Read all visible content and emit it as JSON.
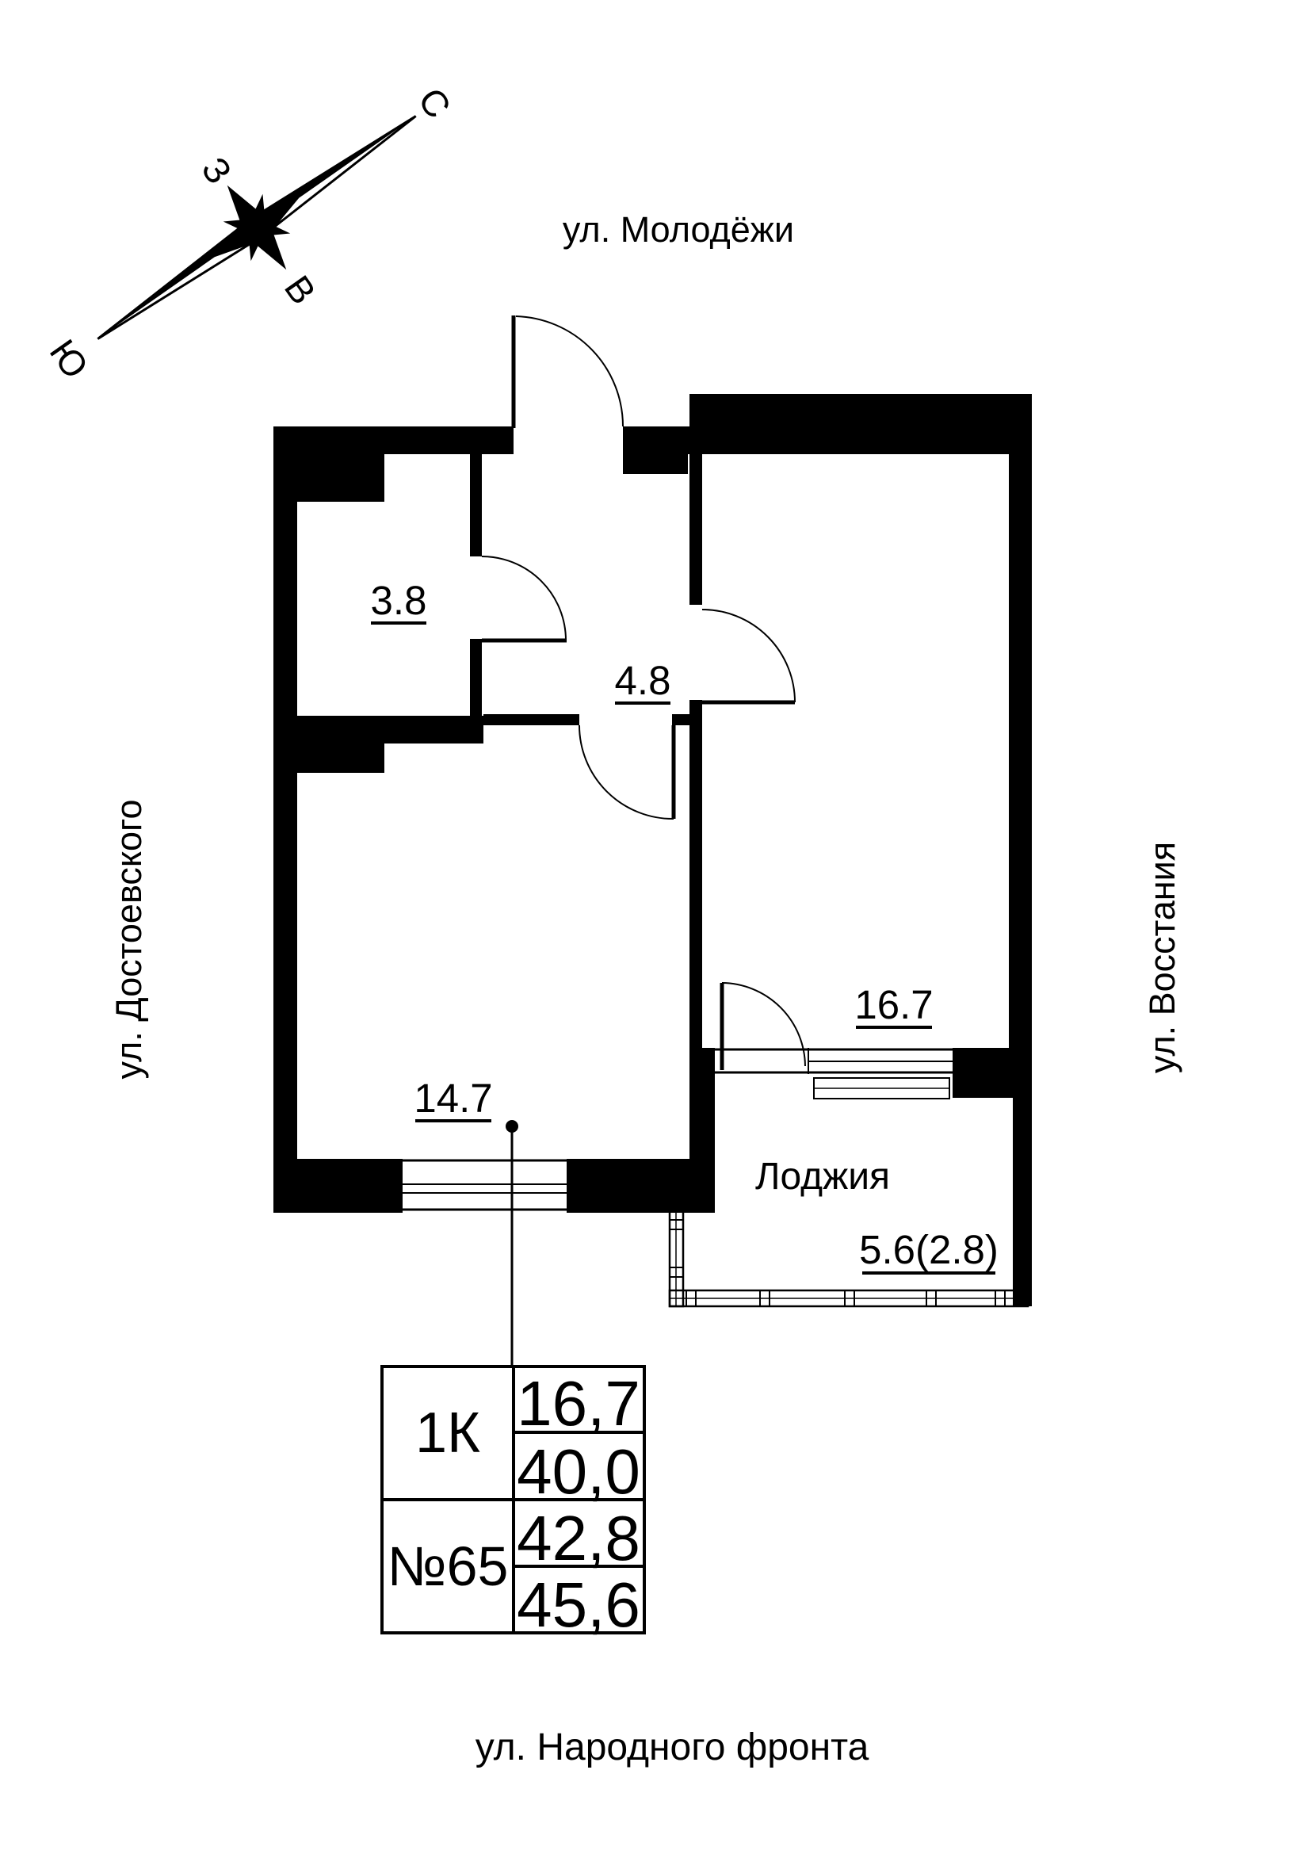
{
  "compass": {
    "north": "С",
    "west": "З",
    "east": "В",
    "south": "Ю"
  },
  "streets": {
    "top": "ул. Молодёжи",
    "left": "ул. Достоевского",
    "right": "ул. Восстания",
    "bottom": "ул. Народного фронта"
  },
  "rooms": {
    "bathroom": {
      "area": "3.8"
    },
    "hall": {
      "area": "4.8"
    },
    "living": {
      "area": "14.7"
    },
    "bedroom": {
      "area": "16.7"
    },
    "loggia": {
      "name": "Лоджия",
      "area": "5.6(2.8)"
    }
  },
  "info_table": {
    "flat_type": "1К",
    "flat_number": "№65",
    "living_area": "16,7",
    "area_row2": "40,0",
    "area_row3": "42,8",
    "area_row4": "45,6"
  },
  "colors": {
    "ink": "#000000",
    "background": "#ffffff"
  }
}
